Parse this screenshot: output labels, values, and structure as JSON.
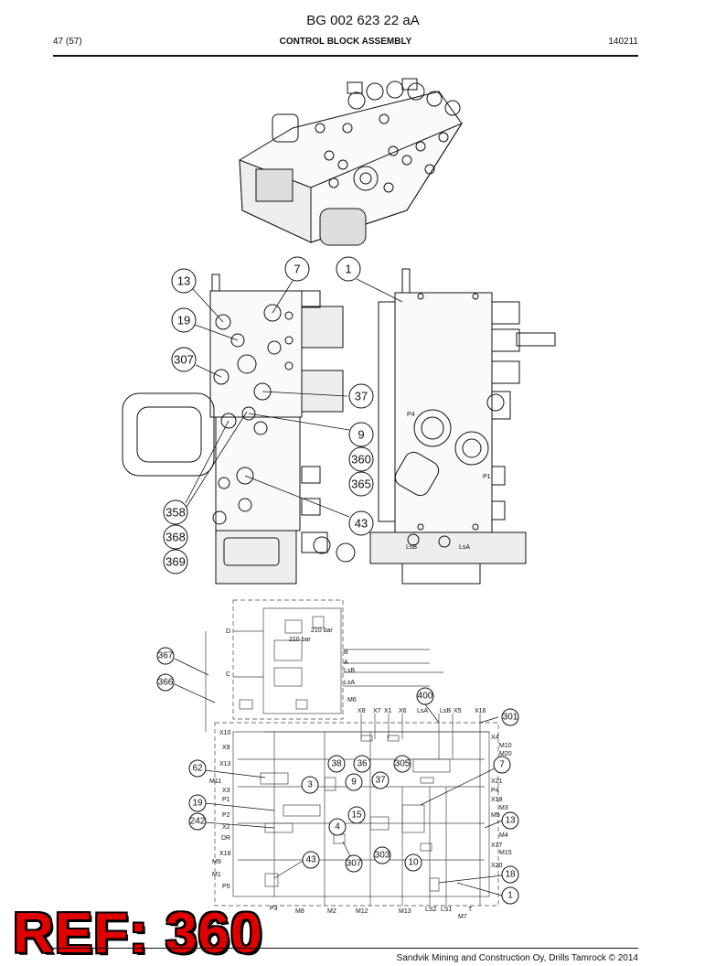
{
  "header": {
    "doc_number": "BG 002 623 22 aA",
    "page": "47 (57)",
    "title": "CONTROL BLOCK ASSEMBLY",
    "date": "140211"
  },
  "assembly_callouts": [
    "13",
    "7",
    "1",
    "19",
    "307",
    "37",
    "9",
    "360",
    "365",
    "358",
    "43",
    "368",
    "369"
  ],
  "assembly_labels": {
    "lsb": "LsB",
    "lsa": "LsA",
    "p4": "P4",
    "p1": "P1"
  },
  "schematic": {
    "callouts": [
      "367",
      "366",
      "400",
      "301",
      "38",
      "36",
      "305",
      "7",
      "62",
      "3",
      "9",
      "37",
      "19",
      "15",
      "13",
      "242",
      "4",
      "307",
      "303",
      "10",
      "43",
      "18",
      "1"
    ],
    "pressures": [
      "210 bar",
      "210 bar"
    ],
    "left_ports": [
      "D",
      "C",
      "X10",
      "X9",
      "X13",
      "M11",
      "X3",
      "P1",
      "P2",
      "X2",
      "DR",
      "X18",
      "M9",
      "M1",
      "P5"
    ],
    "inner_ports": [
      "B",
      "A",
      "LsB",
      "LsA",
      "M6"
    ],
    "top_ports": [
      "X8",
      "X7",
      "X1",
      "X6",
      "LsA",
      "LsB",
      "X5",
      "X16"
    ],
    "right_ports": [
      "X4",
      "M10",
      "M20",
      "X21",
      "P4",
      "X19",
      "M3",
      "M5",
      "M4",
      "X17",
      "M15",
      "X20"
    ],
    "bottom_ports": [
      "P3",
      "M8",
      "M2",
      "M12",
      "M13",
      "LS2",
      "LS1",
      "T",
      "M7"
    ]
  },
  "ref_badge": "REF: 360",
  "copyright": "Sandvik Mining and Construction Oy, Drills Tamrock © 2014"
}
